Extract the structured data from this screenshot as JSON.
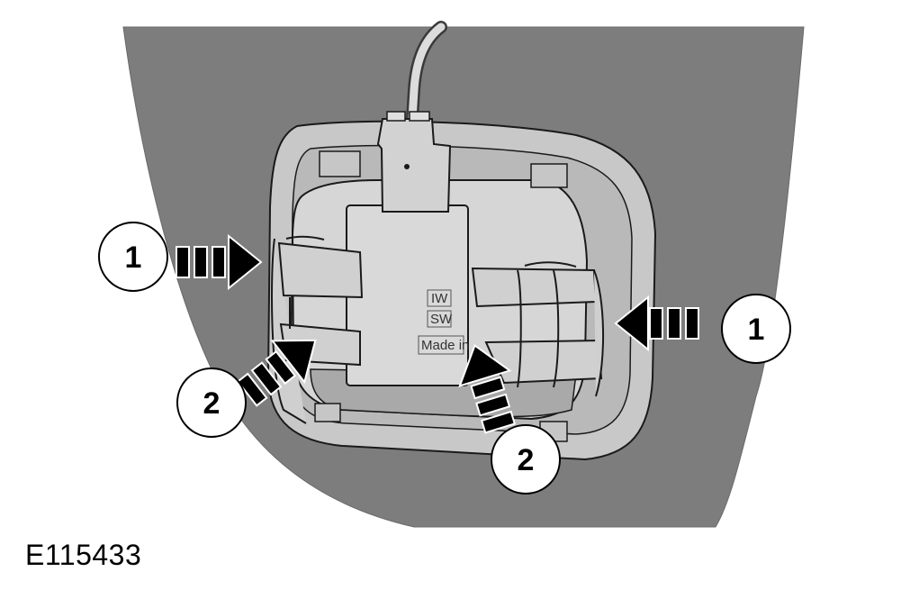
{
  "figure_id": "E115433",
  "callouts": [
    {
      "id": "callout-1-left",
      "label": "1"
    },
    {
      "id": "callout-1-right",
      "label": "1"
    },
    {
      "id": "callout-2-left",
      "label": "2"
    },
    {
      "id": "callout-2-right",
      "label": "2"
    }
  ],
  "module_markings": [
    "IW",
    "SW",
    "Made in"
  ],
  "colors": {
    "panel": "#7d7d7d",
    "housing": "#c8c8c8",
    "module": "#d6d6d6",
    "arrow": "#000000",
    "outline": "#1a1a1a"
  },
  "icons": [
    "arrow-icon",
    "callout-circle"
  ]
}
